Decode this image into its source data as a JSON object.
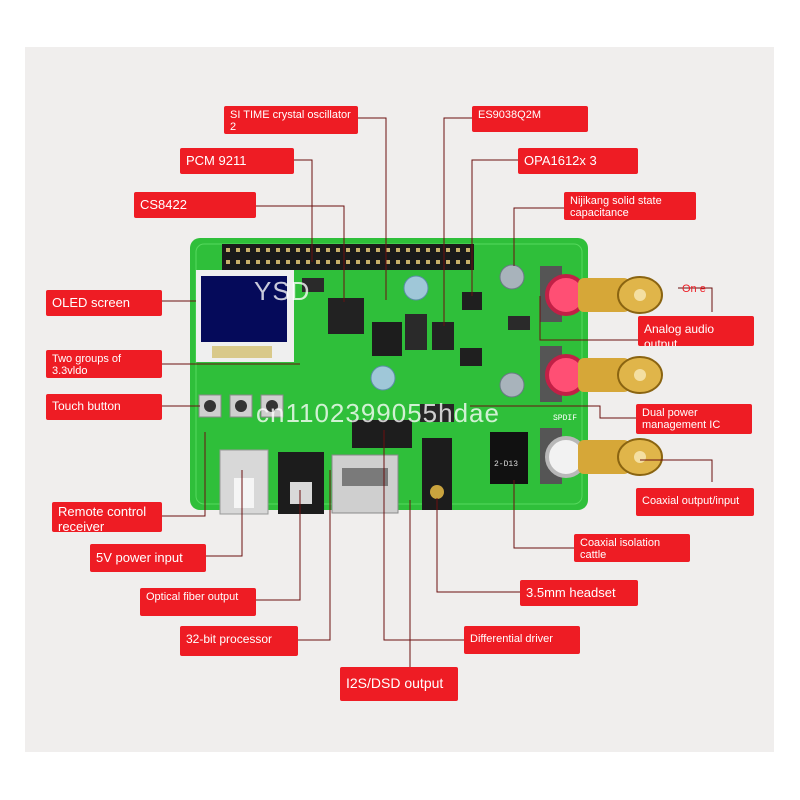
{
  "colors": {
    "label_bg": "#ee1c24",
    "label_text": "#ffffff",
    "pcb": "#2fbf3a",
    "line": "#6b1010"
  },
  "labels": {
    "crystal": "SI TIME crystal oscillator 2",
    "es9038": "ES9038Q2M",
    "pcm9211": "PCM 9211",
    "opa1612": "OPA1612x 3",
    "cs8422": "CS8422",
    "nijikang": "Nijikang solid state capacitance",
    "oled": "OLED screen",
    "one": "On e",
    "analog_out": "Analog audio output",
    "two_groups": "Two groups of 3.3vldo",
    "touch": "Touch button",
    "dual_power": "Dual power management IC",
    "coax_out": "Coaxial output/input",
    "remote": "Remote control receiver",
    "coax_iso": "Coaxial isolation cattle",
    "power5v": "5V power input",
    "headset": "3.5mm headset",
    "optical": "Optical fiber output",
    "processor": "32-bit processor",
    "diff_driver": "Differential driver",
    "i2s": "I2S/DSD output"
  },
  "watermarks": {
    "brand": "YSD",
    "code": "cn1102399055hdae"
  },
  "board_text": {
    "spdif": "SPDIF",
    "ic_mark": "2-D13"
  }
}
